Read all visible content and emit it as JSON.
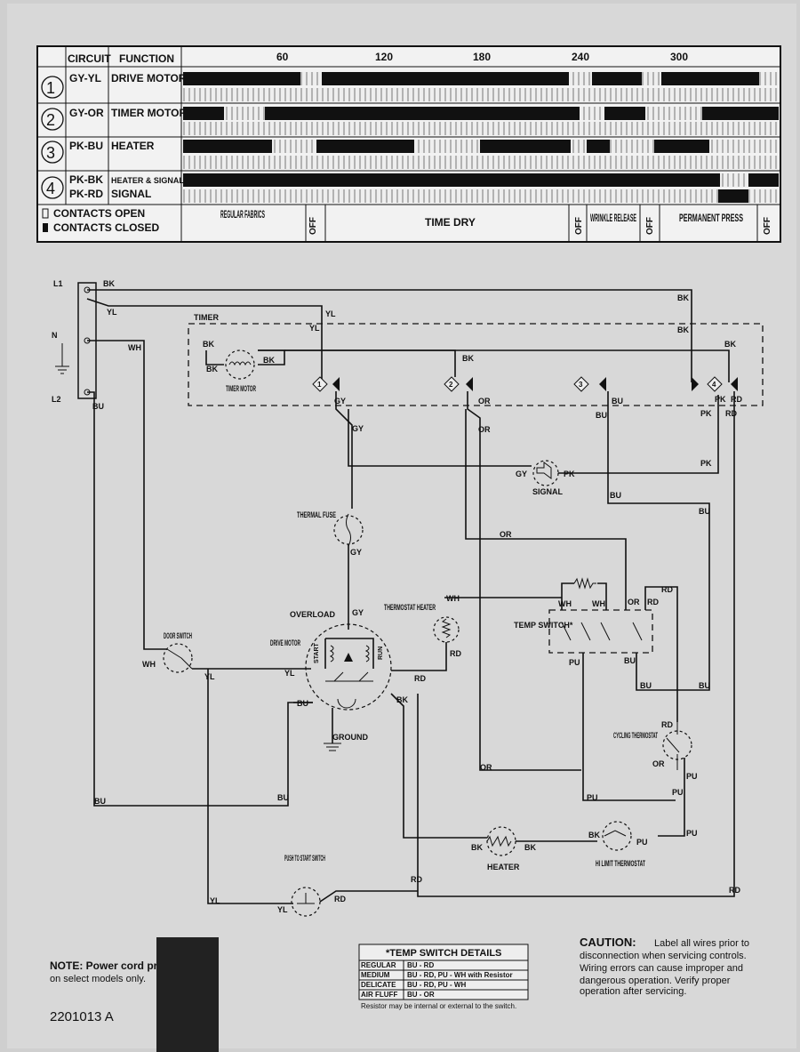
{
  "chart": {
    "headers": {
      "circuit": "CIRCUIT",
      "function": "FUNCTION"
    },
    "minute_ticks": [
      "60",
      "120",
      "180",
      "240",
      "300"
    ],
    "rows": [
      {
        "number": "1",
        "circuit": "GY-YL",
        "function": "DRIVE MOTOR"
      },
      {
        "number": "2",
        "circuit": "GY-OR",
        "function": "TIMER MOTOR"
      },
      {
        "number": "3",
        "circuit": "PK-BU",
        "function": "HEATER"
      },
      {
        "number": "4",
        "circuit": "PK-BK",
        "function": "HEATER & SIGNAL",
        "circuit2": "PK-RD",
        "function2": "SIGNAL"
      }
    ],
    "legend": {
      "open": "CONTACTS OPEN",
      "closed": "CONTACTS CLOSED"
    },
    "cycles": {
      "regular": "REGULAR FABRICS",
      "off1": "OFF",
      "time_dry": "TIME DRY",
      "off2": "OFF",
      "wrinkle": "WRINKLE RELEASE",
      "off3": "OFF",
      "permanent": "PERMANENT PRESS",
      "off4": "OFF"
    }
  },
  "schematic": {
    "supply": {
      "l1": "L1",
      "n": "N",
      "l2": "L2"
    },
    "timer": "TIMER",
    "timer_motor": "TIMER MOTOR",
    "contacts": [
      "1",
      "2",
      "3",
      "4"
    ],
    "signal": "SIGNAL",
    "thermal_fuse": "THERMAL FUSE",
    "overload": "OVERLOAD",
    "drive_motor": "DRIVE MOTOR",
    "start": "START",
    "run": "RUN",
    "ground": "GROUND",
    "door_switch": "DOOR SWITCH",
    "thermostat_heater": "THERMOSTAT HEATER",
    "temp_switch": "TEMP SWITCH*",
    "cycling_thermostat": "CYCLING THERMOSTAT",
    "heater": "HEATER",
    "hi_limit": "HI LIMIT THERMOSTAT",
    "push_to_start": "PUSH TO START SWITCH",
    "wire_colors": {
      "bk": "BK",
      "yl": "YL",
      "wh": "WH",
      "bu": "BU",
      "gy": "GY",
      "or": "OR",
      "pk": "PK",
      "rd": "RD",
      "pu": "PU"
    }
  },
  "temp_switch_table": {
    "title": "*TEMP SWITCH DETAILS",
    "rows": [
      {
        "setting": "REGULAR",
        "wiring": "BU - RD"
      },
      {
        "setting": "MEDIUM",
        "wiring": "BU - RD, PU - WH with Resistor"
      },
      {
        "setting": "DELICATE",
        "wiring": "BU - RD, PU - WH"
      },
      {
        "setting": "AIR FLUFF",
        "wiring": "BU - OR"
      }
    ],
    "footnote": "Resistor may be internal or external to the switch."
  },
  "caution": {
    "title": "CAUTION:",
    "lines": [
      "Label all wires prior to",
      "disconnection when servicing controls.",
      "Wiring errors can cause improper and",
      "dangerous operation. Verify proper",
      "operation after servicing."
    ]
  },
  "note": {
    "line1": "NOTE: Power cord pr",
    "line2": "on select models only."
  },
  "part_number": "2201013 A"
}
